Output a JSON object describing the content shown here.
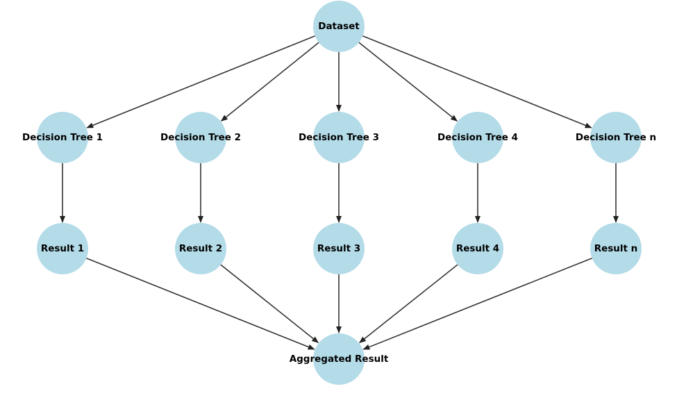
{
  "diagram": {
    "nodes": [
      {
        "id": "dataset",
        "label": "Dataset"
      },
      {
        "id": "tree1",
        "label": "Decision Tree 1"
      },
      {
        "id": "tree2",
        "label": "Decision Tree 2"
      },
      {
        "id": "tree3",
        "label": "Decision Tree 3"
      },
      {
        "id": "tree4",
        "label": "Decision Tree 4"
      },
      {
        "id": "treen",
        "label": "Decision Tree n"
      },
      {
        "id": "result1",
        "label": "Result 1"
      },
      {
        "id": "result2",
        "label": "Result 2"
      },
      {
        "id": "result3",
        "label": "Result 3"
      },
      {
        "id": "result4",
        "label": "Result 4"
      },
      {
        "id": "resultn",
        "label": "Result n"
      },
      {
        "id": "aggregated",
        "label": "Aggregated Result"
      }
    ],
    "edges": [
      {
        "from": "dataset",
        "to": "tree1"
      },
      {
        "from": "dataset",
        "to": "tree2"
      },
      {
        "from": "dataset",
        "to": "tree3"
      },
      {
        "from": "dataset",
        "to": "tree4"
      },
      {
        "from": "dataset",
        "to": "treen"
      },
      {
        "from": "tree1",
        "to": "result1"
      },
      {
        "from": "tree2",
        "to": "result2"
      },
      {
        "from": "tree3",
        "to": "result3"
      },
      {
        "from": "tree4",
        "to": "result4"
      },
      {
        "from": "treen",
        "to": "resultn"
      },
      {
        "from": "result1",
        "to": "aggregated"
      },
      {
        "from": "result2",
        "to": "aggregated"
      },
      {
        "from": "result3",
        "to": "aggregated"
      },
      {
        "from": "result4",
        "to": "aggregated"
      },
      {
        "from": "resultn",
        "to": "aggregated"
      }
    ],
    "colors": {
      "node_fill": "#add8e6",
      "edge": "#333333",
      "label": "#000000"
    }
  }
}
